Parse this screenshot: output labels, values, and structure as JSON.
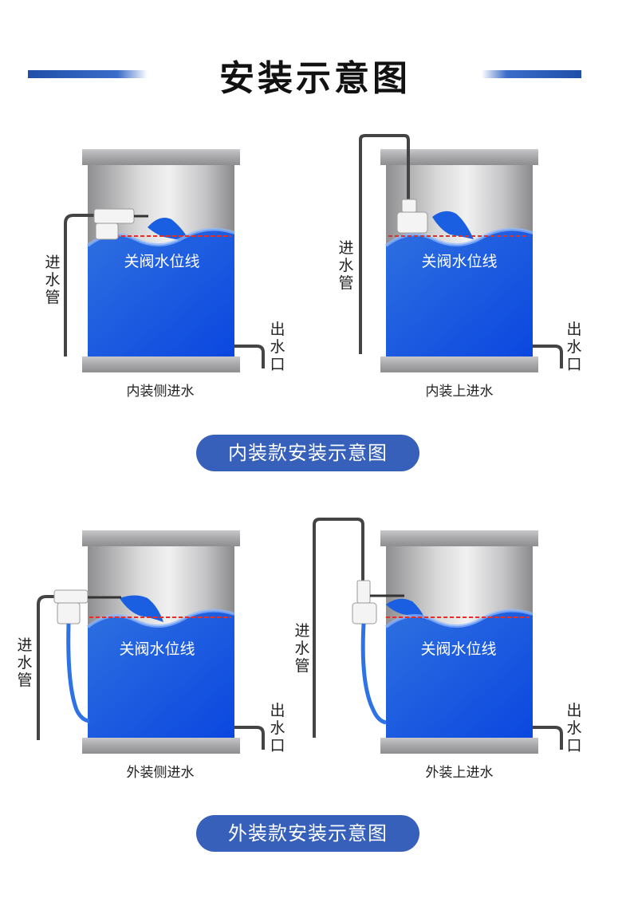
{
  "page_title": "安装示意图",
  "sections": [
    {
      "pill_label": "内装款安装示意图",
      "diagrams": [
        {
          "caption": "内装侧进水",
          "inlet_label": "进水管",
          "outlet_label": "出水口",
          "level_label": "关阀水位线"
        },
        {
          "caption": "内装上进水",
          "inlet_label": "进水管",
          "outlet_label": "出水口",
          "level_label": "关阀水位线"
        }
      ]
    },
    {
      "pill_label": "外装款安装示意图",
      "diagrams": [
        {
          "caption": "外装侧进水",
          "inlet_label": "进水管",
          "outlet_label": "出水口",
          "level_label": "关阀水位线"
        },
        {
          "caption": "外装上进水",
          "inlet_label": "进水管",
          "outlet_label": "出水口",
          "level_label": "关阀水位线"
        }
      ]
    }
  ],
  "colors": {
    "accent": "#3660ba",
    "water": "#1257e6",
    "level_line": "#e0302b",
    "steel": "#a9a9ab"
  }
}
